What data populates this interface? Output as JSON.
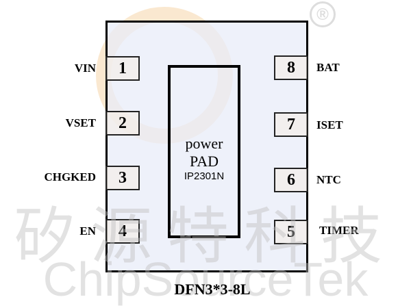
{
  "watermark": {
    "chinese": "矽源特科技",
    "english": "ChipSourceTek",
    "registered": "®"
  },
  "pad": {
    "line1": "power",
    "line2": "PAD",
    "part": "IP2301N"
  },
  "pins": [
    {
      "num": "1",
      "name": "VIN"
    },
    {
      "num": "2",
      "name": "VSET"
    },
    {
      "num": "3",
      "name": "CHGKED"
    },
    {
      "num": "4",
      "name": "EN"
    },
    {
      "num": "5",
      "name": "TIMER"
    },
    {
      "num": "6",
      "name": "NTC"
    },
    {
      "num": "7",
      "name": "ISET"
    },
    {
      "num": "8",
      "name": "BAT"
    }
  ],
  "package": "DFN3*3-8L"
}
